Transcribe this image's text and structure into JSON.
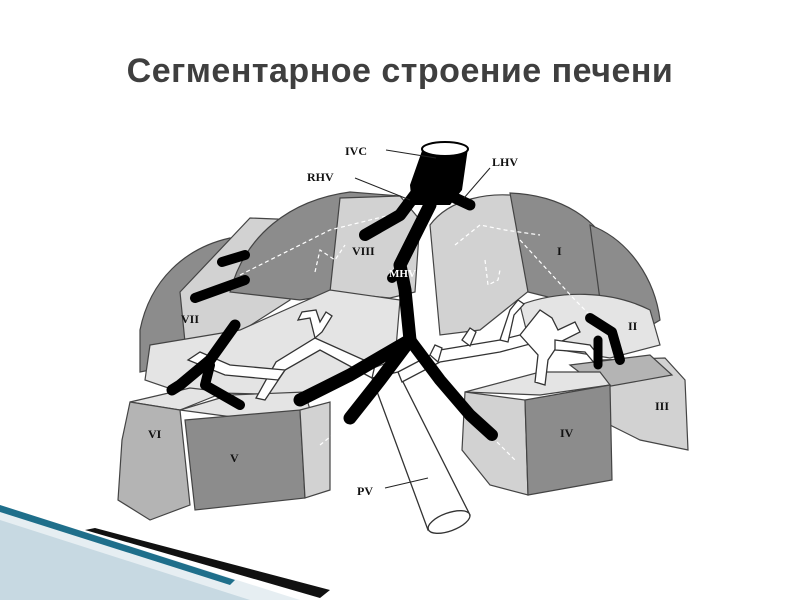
{
  "slide": {
    "title": "Сегментарное строение печени"
  },
  "diagram": {
    "vessel_labels": {
      "ivc": "IVC",
      "rhv": "RHV",
      "lhv": "LHV",
      "mhv": "MHV",
      "pv": "PV"
    },
    "segment_labels": {
      "s1": "I",
      "s2": "II",
      "s3": "III",
      "s4": "IV",
      "s5": "V",
      "s6": "VI",
      "s7": "VII",
      "s8": "VIII"
    }
  },
  "colors": {
    "title": "#3f3f3f",
    "segment_dark": "#8c8c8c",
    "segment_light": "#d2d2d2",
    "vein": "#000000",
    "accent_stripe": "#1f6f8b"
  }
}
